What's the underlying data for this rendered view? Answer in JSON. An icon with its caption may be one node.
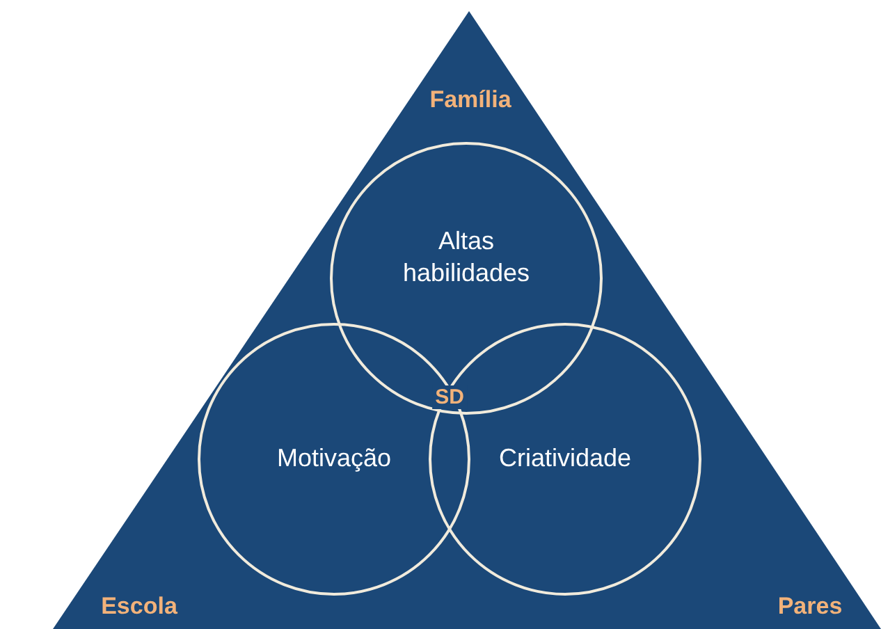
{
  "diagram": {
    "nodes": [
      {
        "text": [
          "Família",
          "Escola",
          "Pares"
        ]
      },
      {
        "text": [
          "Altas habilidades"
        ],
        "in": 0
      },
      {
        "text": [
          "Motivação"
        ],
        "in": 0
      },
      {
        "text": [
          "Criatividade"
        ],
        "in": 0
      }
    ],
    "labels": [
      "SD"
    ]
  }
}
